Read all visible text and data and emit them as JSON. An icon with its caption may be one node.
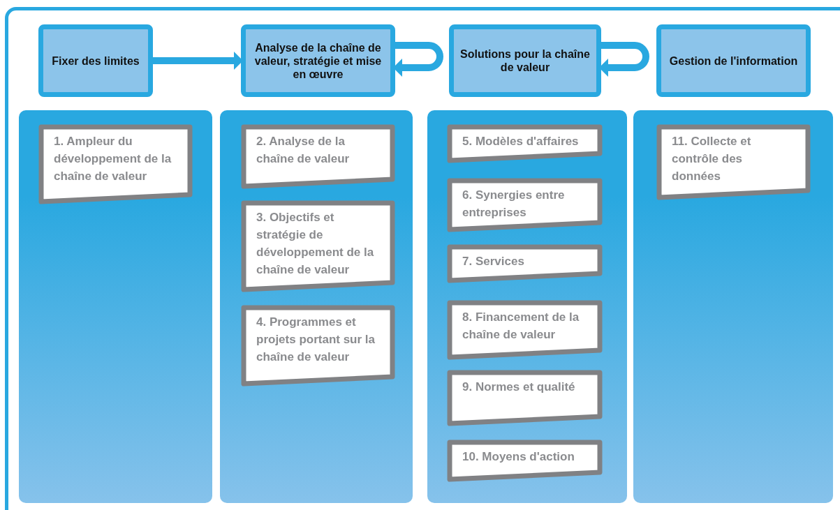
{
  "diagram": {
    "nodes": [
      {
        "text": [
          "Fixer des limites"
        ]
      },
      {
        "text": [
          "Analyse de la chaîne de valeur, stratégie et mise en œuvre"
        ]
      },
      {
        "text": [
          "Solutions pour la chaîne de valeur"
        ]
      },
      {
        "text": [
          "Gestion de l'information"
        ]
      },
      {
        "text": [],
        "shape": "box"
      },
      {
        "text": [
          "1. Ampleur du développement de la chaîne de valeur"
        ],
        "in": 4
      },
      {
        "text": [],
        "shape": "box"
      },
      {
        "text": [
          "2. Analyse de la chaîne de valeur"
        ],
        "in": 6
      },
      {
        "text": [
          "3. Objectifs et stratégie de développement de la chaîne de valeur"
        ],
        "in": 6
      },
      {
        "text": [
          "4. Programmes et projets portant sur la chaîne de valeur"
        ],
        "in": 6
      },
      {
        "text": [],
        "shape": "box"
      },
      {
        "text": [
          "5. Modèles d'affaires"
        ],
        "in": 10
      },
      {
        "text": [
          "6. Synergies entre entreprises"
        ],
        "in": 10
      },
      {
        "text": [
          "7. Services"
        ],
        "in": 10
      },
      {
        "text": [
          "8. Financement de la chaîne de valeur"
        ],
        "in": 10
      },
      {
        "text": [
          "9. Normes et qualité"
        ],
        "in": 10
      },
      {
        "text": [
          "10. Moyens d'action"
        ],
        "in": 10
      },
      {
        "text": [],
        "shape": "box"
      },
      {
        "text": [
          "11. Collecte et contrôle des données"
        ],
        "in": 17
      }
    ],
    "edges": [
      {
        "from": 0,
        "to": 1,
        "arrow": "to"
      },
      {
        "from": 1,
        "to": 1,
        "arrow": "to"
      },
      {
        "from": 2,
        "to": 2,
        "arrow": "to"
      }
    ]
  }
}
